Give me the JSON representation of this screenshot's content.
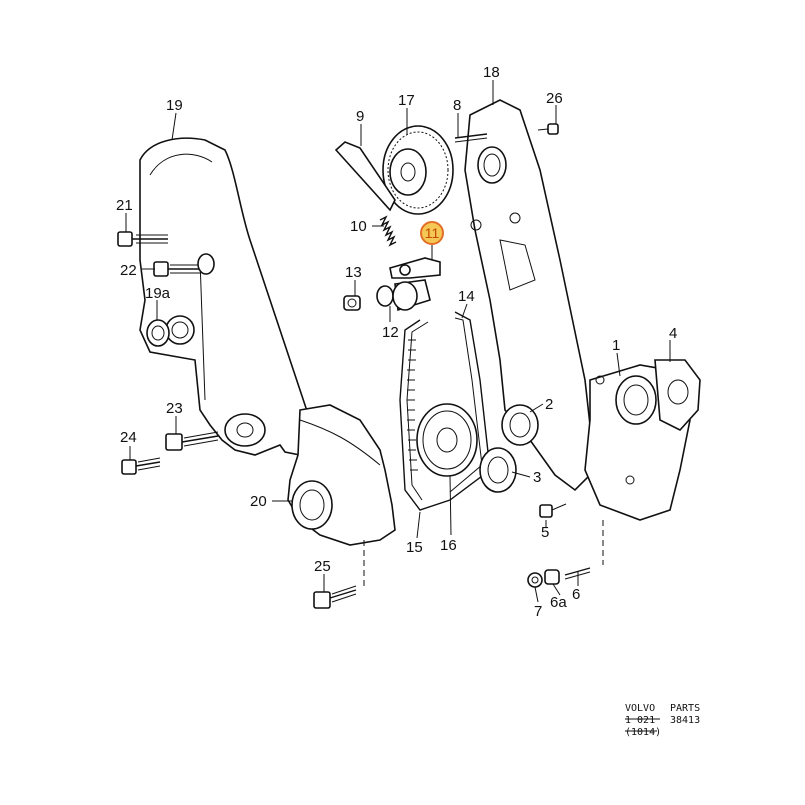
{
  "diagram": {
    "highlighted_callout": "11",
    "callouts": [
      {
        "id": "19",
        "text": "19"
      },
      {
        "id": "21",
        "text": "21"
      },
      {
        "id": "22",
        "text": "22"
      },
      {
        "id": "19a",
        "text": "19a"
      },
      {
        "id": "23",
        "text": "23"
      },
      {
        "id": "24",
        "text": "24"
      },
      {
        "id": "20",
        "text": "20"
      },
      {
        "id": "25",
        "text": "25"
      },
      {
        "id": "9",
        "text": "9"
      },
      {
        "id": "17",
        "text": "17"
      },
      {
        "id": "8",
        "text": "8"
      },
      {
        "id": "18",
        "text": "18"
      },
      {
        "id": "26",
        "text": "26"
      },
      {
        "id": "10",
        "text": "10"
      },
      {
        "id": "11",
        "text": "11"
      },
      {
        "id": "13",
        "text": "13"
      },
      {
        "id": "12",
        "text": "12"
      },
      {
        "id": "14",
        "text": "14"
      },
      {
        "id": "1",
        "text": "1"
      },
      {
        "id": "4",
        "text": "4"
      },
      {
        "id": "2",
        "text": "2"
      },
      {
        "id": "3",
        "text": "3"
      },
      {
        "id": "5",
        "text": "5"
      },
      {
        "id": "15",
        "text": "15"
      },
      {
        "id": "16",
        "text": "16"
      },
      {
        "id": "7",
        "text": "7"
      },
      {
        "id": "6a",
        "text": "6a"
      },
      {
        "id": "6",
        "text": "6"
      }
    ],
    "stamp": {
      "line1_left": "VOLVO",
      "line1_right": "PARTS",
      "line2_left": "1 021",
      "line2_right": "38413",
      "line3": "(1014)"
    },
    "colors": {
      "highlight_fill": "#f5c242",
      "highlight_stroke": "#e06010",
      "ink": "#111111"
    }
  }
}
